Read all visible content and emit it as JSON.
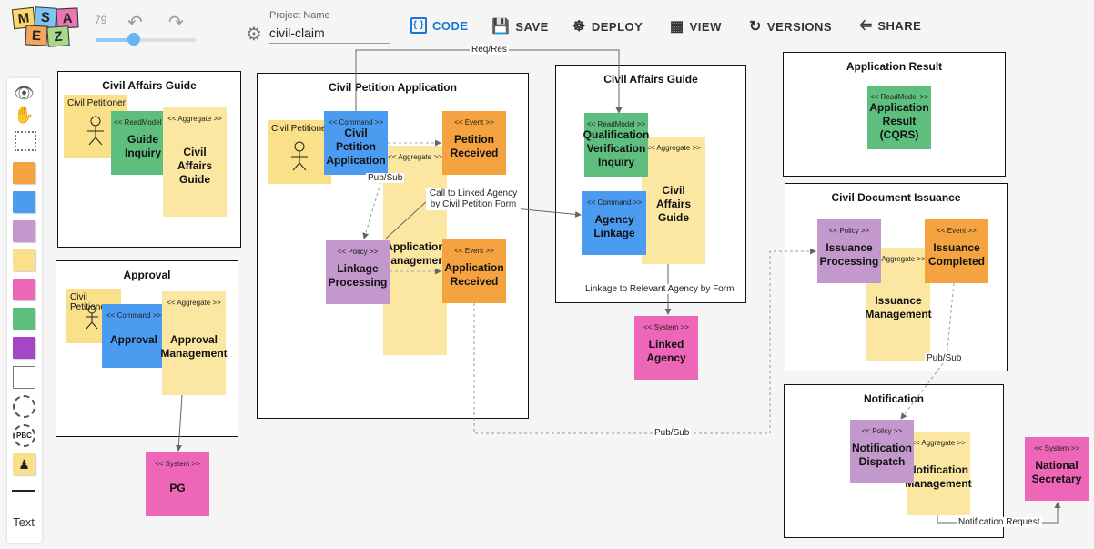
{
  "app": {
    "logo_letters": [
      "M",
      "S",
      "A",
      "E",
      "Z"
    ],
    "counter": "79",
    "project_label": "Project Name",
    "project_name": "civil-claim",
    "toolbar": {
      "code": "CODE",
      "save": "SAVE",
      "deploy": "DEPLOY",
      "view": "VIEW",
      "versions": "VERSIONS",
      "share": "SHARE"
    },
    "zoom_slider_level": 0.38,
    "palette_text": "Text",
    "palette_pbc": "PBC"
  },
  "colors": {
    "event": "#f4a340",
    "command": "#4b9cf0",
    "policy": "#c398cc",
    "aggregate": "#fbe7a1",
    "external": "#ee66b8",
    "readmodel": "#5ebe7d",
    "actor": "#fbe08a"
  },
  "contexts": {
    "guide_left": {
      "title": "Civil Affairs Guide",
      "actor": "Civil Petitioner",
      "readmodel_stereo": "<< ReadModel >>",
      "readmodel": "Guide Inquiry",
      "aggregate_stereo": "<< Aggregate >>",
      "aggregate": "Civil Affairs Guide"
    },
    "approval": {
      "title": "Approval",
      "actor": "Civil Petitioner",
      "command_stereo": "<< Command >>",
      "command": "Approval",
      "aggregate_stereo": "<< Aggregate >>",
      "aggregate": "Approval Management"
    },
    "petition": {
      "title": "Civil Petition Application",
      "actor": "Civil Petitioner",
      "command_stereo": "<< Command >>",
      "command": "Civil Petition Application",
      "aggregate_stereo": "<< Aggregate >>",
      "aggregate": "Application Management",
      "event1_stereo": "<< Event >>",
      "event1": "Petition Received",
      "policy_stereo": "<< Policy >>",
      "policy": "Linkage Processing",
      "event2_stereo": "<< Event >>",
      "event2": "Application Received"
    },
    "guide_right": {
      "title": "Civil Affairs Guide",
      "readmodel_stereo": "<< ReadModel >>",
      "readmodel": "Qualification Verification Inquiry",
      "command_stereo": "<< Command >>",
      "command": "Agency Linkage",
      "aggregate_stereo": "<< Aggregate >>",
      "aggregate": "Civil Affairs Guide"
    },
    "result": {
      "title": "Application Result",
      "readmodel_stereo": "<< ReadModel >>",
      "readmodel": "Application Result (CQRS)"
    },
    "issuance": {
      "title": "Civil Document Issuance",
      "policy_stereo": "<< Policy >>",
      "policy": "Issuance Processing",
      "event_stereo": "<< Event >>",
      "event": "Issuance Completed",
      "aggregate_stereo": "<< Aggregate >>",
      "aggregate": "Issuance Management"
    },
    "notification": {
      "title": "Notification",
      "policy_stereo": "<< Policy >>",
      "policy": "Notification Dispatch",
      "aggregate_stereo": "<< Aggregate >>",
      "aggregate": "Notification Management"
    }
  },
  "systems": {
    "stereo": "<< System >>",
    "pg": "PG",
    "linked_agency": "Linked Agency",
    "national_secretary": "National Secretary"
  },
  "connections": {
    "req_res": "Req/Res",
    "pub_sub_1": "Pub/Sub",
    "call_linked": "Call to Linked Agency by Civil Petition Form",
    "linkage_form": "Linkage to Relevant Agency by Form",
    "pub_sub_2": "Pub/Sub",
    "pub_sub_3": "Pub/Sub",
    "notif_request": "Notification Request"
  }
}
